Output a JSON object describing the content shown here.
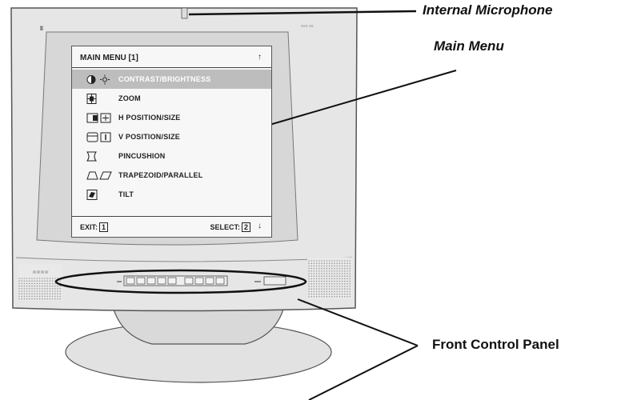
{
  "callouts": {
    "internal_microphone": "Internal Microphone",
    "main_menu": "Main Menu",
    "front_control_panel": "Front Control Panel"
  },
  "osd_menu": {
    "title": "MAIN MENU [1]",
    "items": [
      {
        "label": "CONTRAST/BRIGHTNESS",
        "icon": "contrast-brightness-icon",
        "selected": true
      },
      {
        "label": "ZOOM",
        "icon": "zoom-icon",
        "selected": false
      },
      {
        "label": "H POSITION/SIZE",
        "icon": "h-position-size-icon",
        "selected": false
      },
      {
        "label": "V POSITION/SIZE",
        "icon": "v-position-size-icon",
        "selected": false
      },
      {
        "label": "PINCUSHION",
        "icon": "pincushion-icon",
        "selected": false
      },
      {
        "label": "TRAPEZOID/PARALLEL",
        "icon": "trapezoid-parallel-icon",
        "selected": false
      },
      {
        "label": "TILT",
        "icon": "tilt-icon",
        "selected": false
      }
    ],
    "exit_label": "EXIT:",
    "exit_key": "1",
    "select_label": "SELECT:",
    "select_key": "2",
    "up_arrow": "↑",
    "down_arrow": "↓"
  },
  "colors": {
    "bezel": "#e4e4e4",
    "bezel_edge": "#555555",
    "selected_row": "#bdbdbd"
  }
}
